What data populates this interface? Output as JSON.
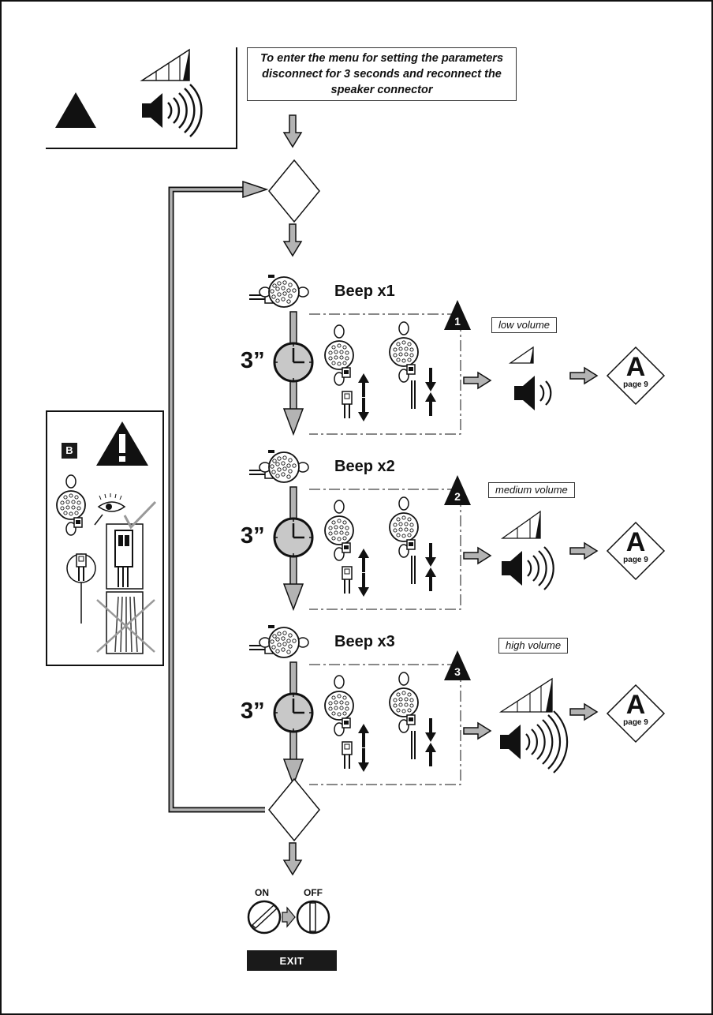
{
  "header": {
    "instruction": "To enter the menu for setting the parameters disconnect for 3 seconds and reconnect the speaker connector"
  },
  "steps": [
    {
      "beep": "Beep x1",
      "time": "3”",
      "number": "1",
      "volume": "low volume",
      "target_letter": "A",
      "target_page": "page 9"
    },
    {
      "beep": "Beep x2",
      "time": "3”",
      "number": "2",
      "volume": "medium volume",
      "target_letter": "A",
      "target_page": "page 9"
    },
    {
      "beep": "Beep x3",
      "time": "3”",
      "number": "3",
      "volume": "high volume",
      "target_letter": "A",
      "target_page": "page 9"
    }
  ],
  "warning_box": {
    "badge": "B"
  },
  "exit": {
    "on_label": "ON",
    "off_label": "OFF",
    "exit_label": "EXIT"
  },
  "colors": {
    "arrow_fill": "#b3b3b3",
    "outline": "#111111",
    "badge": "#1a1a1a"
  },
  "icons": [
    "warning-triangle-icon",
    "volume-ramp-icon",
    "speaker-icon",
    "buzzer-icon",
    "clock-icon",
    "connector-plug-icon",
    "eye-icon",
    "check-icon",
    "switch-icon"
  ]
}
